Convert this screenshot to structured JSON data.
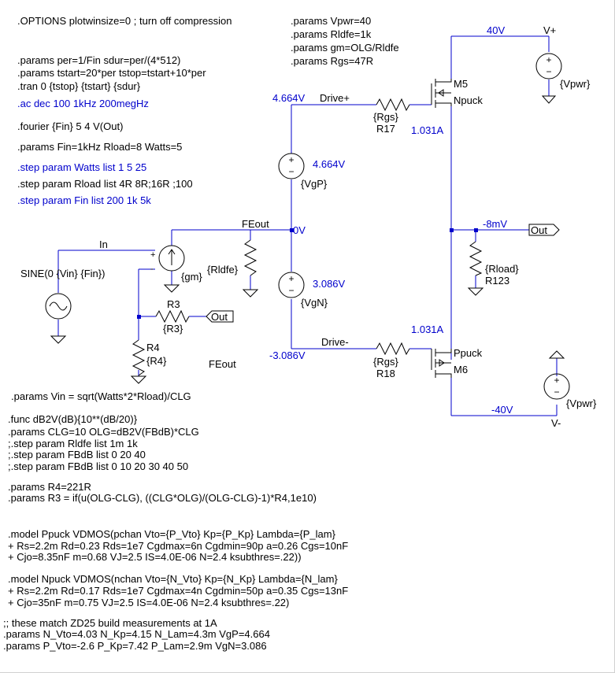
{
  "directives": {
    "options": ".OPTIONS plotwinsize=0 ; turn off compression",
    "params_per": ".params per=1/Fin sdur=per/(4*512)",
    "params_tstart": ".params tstart=20*per tstop=tstart+10*per",
    "tran": ".tran 0 {tstop} {tstart} {sdur}",
    "ac": ".ac dec 100 1kHz 200megHz",
    "fourier": ".fourier {Fin} 5 4 V(Out)",
    "params_fin": ".params Fin=1kHz Rload=8 Watts=5",
    "step_watts": ".step param Watts list 1  5 25",
    "step_rload": ".step param Rload list 4R 8R;16R ;100",
    "step_fin": ".step param Fin list 200 1k 5k",
    "params_vpwr": ".params Vpwr=40",
    "params_rldfe": ".params Rldfe=1k",
    "params_gm": ".params gm=OLG/Rldfe",
    "params_rgs": ".params Rgs=47R",
    "params_vin": ".params Vin = sqrt(Watts*2*Rload)/CLG",
    "func_db2v": ".func dB2V(dB){10**(dB/20)}",
    "params_clg": ".params CLG=10 OLG=dB2V(FBdB)*CLG",
    "step_rldfe": ";.step param Rldfe list 1m 1k",
    "step_fbdb1": ";.step param FBdB  list 0  20 40",
    "step_fbdb2": ";.step param FBdB  list 0 10 20 30 40 50",
    "params_r4": ".params R4=221R",
    "params_r3": ".params R3 = if(u(OLG-CLG), ((CLG*OLG)/(OLG-CLG)-1)*R4,1e10)",
    "model_ppuck_1": ".model Ppuck VDMOS(pchan Vto={P_Vto} Kp={P_Kp} Lambda={P_lam}",
    "model_ppuck_2": "+ Rs=2.2m Rd=0.23 Rds=1e7 Cgdmax=6n Cgdmin=90p a=0.26 Cgs=10nF",
    "model_ppuck_3": "+ Cjo=8.35nF m=0.68 VJ=2.5 IS=4.0E-06 N=2.4 ksubthres=.22))",
    "model_npuck_1": ".model Npuck VDMOS(nchan Vto={N_Vto} Kp={N_Kp} Lambda={N_lam}",
    "model_npuck_2": "+ Rs=2.2m Rd=0.17 Rds=1e7 Cgdmax=4n Cgdmin=50p a=0.35 Cgs=13nF",
    "model_npuck_3": "+ Cjo=35nF m=0.75 VJ=2.5 IS=4.0E-06 N=2.4 ksubthres=.22)",
    "comment_zd25": ";; these match ZD25 build measurements at 1A",
    "params_n": ".params N_Vto=4.03 N_Kp=4.15 N_Lam=4.3m VgP=4.664",
    "params_p": ".params P_Vto=-2.6 P_Kp=7.42 P_Lam=2.9m VgN=3.086"
  },
  "components": {
    "m5_name": "M5",
    "m5_model": "Npuck",
    "m6_name": "M6",
    "m6_model": "Ppuck",
    "r17_name": "R17",
    "r17_value": "{Rgs}",
    "r18_name": "R18",
    "r18_value": "{Rgs}",
    "r123_name": "R123",
    "r123_value": "{Rload}",
    "r3_name": "R3",
    "r3_value": "{R3}",
    "r4_name": "R4",
    "r4_value": "{R4}",
    "rldfe_value": "{Rldfe}",
    "vgp_value": "{VgP}",
    "vgn_value": "{VgN}",
    "vpwr_top_value": "{Vpwr}",
    "vpwr_bot_value": "{Vpwr}",
    "gm_value": "{gm}",
    "sine_value": "SINE(0 {Vin} {Fin})",
    "gm_plus": "+",
    "gm_minus": "-",
    "vs_plus": "+",
    "vs_minus": "−"
  },
  "nets": {
    "drive_plus": "Drive+",
    "drive_minus": "Drive-",
    "feout": "FEout",
    "feout2": "FEout",
    "in": "In",
    "out": "Out",
    "out_r3": "Out",
    "vplus": "V+",
    "vminus": "V-"
  },
  "annotations": {
    "v_drive_plus": "4.664V",
    "v_vgp": "4.664V",
    "v_feout": "0V",
    "v_vgn": "3.086V",
    "v_drive_minus": "-3.086V",
    "i_m5": "1.031A",
    "i_m6": "1.031A",
    "v_out": "-8mV",
    "v_top": "40V",
    "v_bot": "-40V"
  },
  "colors": {
    "wire": "#0000cc",
    "component": "#000000",
    "annotation": "#0000cc",
    "background": "#ffffff"
  }
}
